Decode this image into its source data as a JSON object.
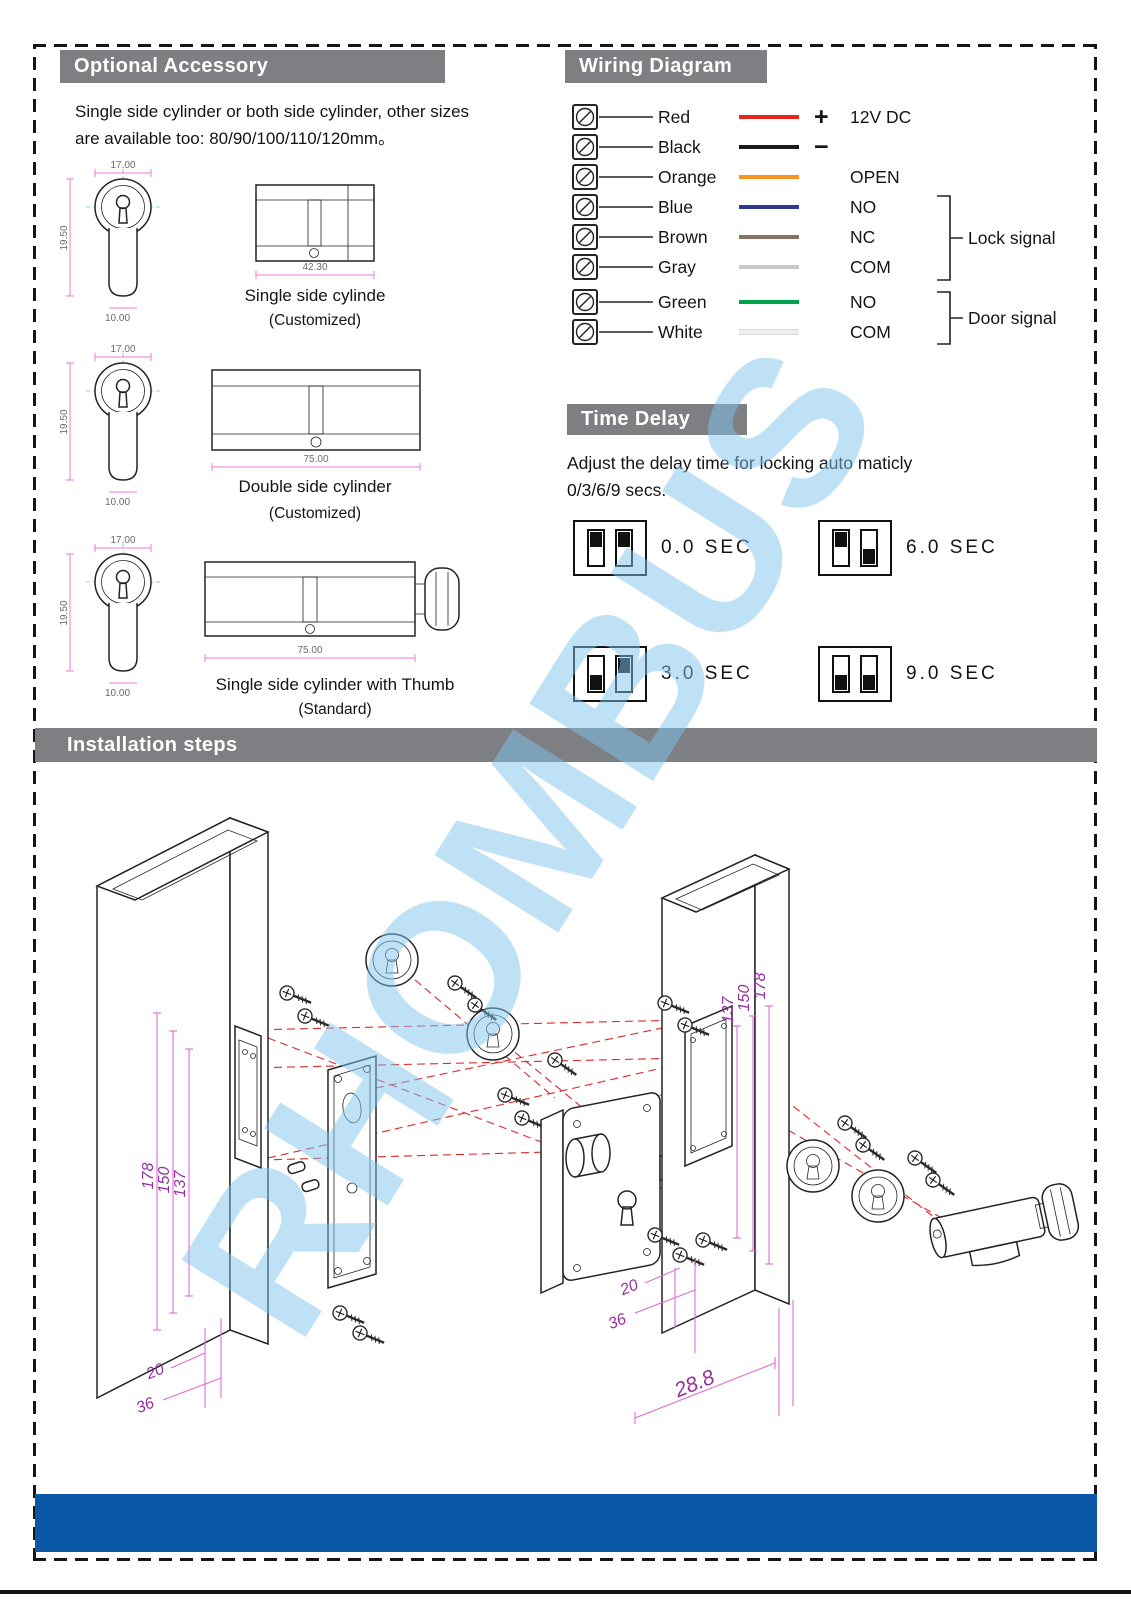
{
  "watermark": "RHOMBUS",
  "optional_accessory": {
    "title": "Optional Accessory",
    "intro_line1": "Single side cylinder or both side cylinder, other sizes",
    "intro_line2": "are available too: 80/90/100/110/120mm。",
    "figures": [
      {
        "caption": "Single side cylinde",
        "subcaption": "(Customized)",
        "dim_width": "17.00",
        "dim_height": "19.50",
        "dim_stem": "10.00",
        "dim_length": "42.30"
      },
      {
        "caption": "Double side cylinder",
        "subcaption": "(Customized)",
        "dim_width": "17.00",
        "dim_height": "19.50",
        "dim_stem": "10.00",
        "dim_length": "75.00"
      },
      {
        "caption": "Single side cylinder with Thumb",
        "subcaption": "(Standard)",
        "dim_width": "17.00",
        "dim_height": "19.50",
        "dim_stem": "10.00",
        "dim_length": "75.00"
      }
    ]
  },
  "wiring": {
    "title": "Wiring Diagram",
    "wires": [
      {
        "name": "Red",
        "hex": "#e8231a",
        "symbol": "+",
        "function": "12V DC"
      },
      {
        "name": "Black",
        "hex": "#1a1a1a",
        "symbol": "−",
        "function": ""
      },
      {
        "name": "Orange",
        "hex": "#f7941d",
        "symbol": "",
        "function": "OPEN"
      },
      {
        "name": "Blue",
        "hex": "#2b3990",
        "symbol": "",
        "function": "NO"
      },
      {
        "name": "Brown",
        "hex": "#8a7263",
        "symbol": "",
        "function": "NC"
      },
      {
        "name": "Gray",
        "hex": "#c8c8c8",
        "symbol": "",
        "function": "COM"
      },
      {
        "name": "Green",
        "hex": "#00a14b",
        "symbol": "",
        "function": "NO"
      },
      {
        "name": "White",
        "hex": "#efefef",
        "symbol": "",
        "function": "COM"
      }
    ],
    "lock_signal_label": "Lock signal",
    "door_signal_label": "Door signal"
  },
  "time_delay": {
    "title": "Time Delay",
    "description_line1": "Adjust the delay time for locking auto maticly",
    "description_line2": "0/3/6/9 secs.",
    "switches": [
      {
        "label": "0.0 SEC",
        "positions": [
          "up",
          "up"
        ]
      },
      {
        "label": "6.0 SEC",
        "positions": [
          "up",
          "down"
        ]
      },
      {
        "label": "3.0 SEC",
        "positions": [
          "down",
          "up"
        ]
      },
      {
        "label": "9.0 SEC",
        "positions": [
          "down",
          "down"
        ]
      }
    ]
  },
  "installation": {
    "title": "Installation steps",
    "left_dims": [
      "178",
      "150",
      "137"
    ],
    "left_bottom_dims": [
      "20",
      "36"
    ],
    "right_dims": [
      "137",
      "150",
      "178"
    ],
    "right_bottom_dims": [
      "20",
      "36"
    ],
    "right_extra_dim": "28.8"
  }
}
